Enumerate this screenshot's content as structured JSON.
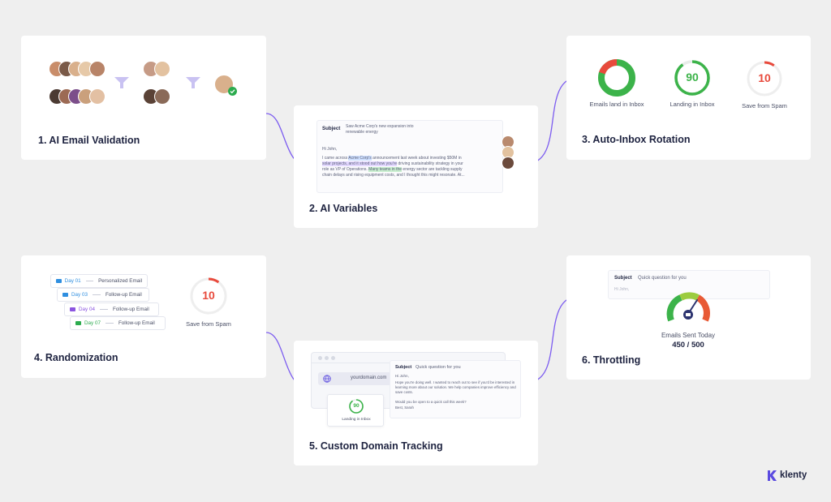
{
  "steps": [
    {
      "title": "1. AI Email Validation"
    },
    {
      "title": "2. AI Variables"
    },
    {
      "title": "3. Auto-Inbox Rotation"
    },
    {
      "title": "4. Randomization"
    },
    {
      "title": "5. Custom Domain Tracking"
    },
    {
      "title": "6. Throttling"
    }
  ],
  "variables": {
    "subject_label": "Subject",
    "subject_line1": "Saw Acme Corp's new expansion into",
    "subject_line2": "renewable energy",
    "greeting": "Hi John,",
    "body": [
      {
        "pre": "I came across ",
        "hl": "Acme Corp's",
        "hl_color": "blue",
        "post": " announcement last week about investing $50M in"
      },
      {
        "pre": "",
        "hl": "solar projects, and it stood out how you're",
        "hl_color": "purple",
        "post": " driving sustainability strategy in your"
      },
      {
        "pre": "role as VP of Operations. ",
        "hl": "Many teams in the",
        "hl_color": "green",
        "post": " energy sector are tackling supply"
      },
      {
        "pre": "chain delays and rising equipment costs, and I thought this might resonate. At...",
        "hl": "",
        "hl_color": "",
        "post": ""
      }
    ]
  },
  "rotation": {
    "gauges": [
      {
        "label": "Emails land in Inbox",
        "value": null,
        "fill_fraction": 0.8,
        "color": "#3cb34a",
        "accent": "#e84a3c"
      },
      {
        "label": "Landing in Inbox",
        "value": "90",
        "fill_fraction": 0.9,
        "color": "#3cb34a"
      },
      {
        "label": "Save from Spam",
        "value": "10",
        "fill_fraction": 0.1,
        "color": "#e84a3c"
      }
    ]
  },
  "randomization": {
    "rows": [
      {
        "day": "Day 01",
        "label": "Personalized Email",
        "color": "#2f8fe0"
      },
      {
        "day": "Day 03",
        "label": "Follow-up Email",
        "color": "#2f8fe0"
      },
      {
        "day": "Day 04",
        "label": "Follow-up Email",
        "color": "#8b55e0"
      },
      {
        "day": "Day 07",
        "label": "Follow-up Email",
        "color": "#2bab4e"
      }
    ],
    "gauge": {
      "value": "10",
      "label": "Save from Spam",
      "fill_fraction": 0.1
    }
  },
  "domain": {
    "domain_text": "yourdomain.com",
    "score": "90",
    "score_label": "Landing in Inbox",
    "subject_label": "Subject",
    "subject": "Quick question for you",
    "greeting": "Hi John,",
    "body": "Hope you're doing well. I wanted to reach out to see if you'd be interested in learning more about our solution. We help companies improve efficiency and save costs.",
    "ask": "Would you be open to a quick call this week?",
    "signoff": "Best, Sarah"
  },
  "throttling": {
    "subject_label": "Subject",
    "subject": "Quick question for you",
    "greeting": "Hi John,",
    "caption": "Emails Sent Today",
    "count": "450 / 500"
  },
  "brand": {
    "name": "klenty",
    "accent": "#5b4be0"
  },
  "colors": {
    "arrow": "#7c5cf0",
    "green": "#3cb34a",
    "red": "#e84a3c",
    "navy": "#1e2340"
  }
}
